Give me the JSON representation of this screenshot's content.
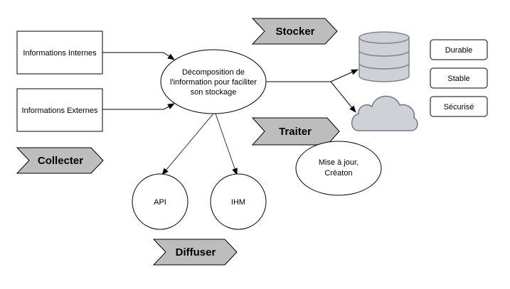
{
  "colors": {
    "chevron_fill": "#bdbdbd",
    "cylinder_fill": "#cfd1d6",
    "cylinder_stroke": "#7d8590",
    "cloud_fill": "#cfd1d6",
    "cloud_stroke": "#6e7a86",
    "stroke": "#000000"
  },
  "sources": {
    "internal": "Informations Internes",
    "external": "Informations Externes"
  },
  "center": {
    "line1": "Décomposition de",
    "line2": "l'information pour faciliter",
    "line3": "son stockage"
  },
  "stages": {
    "collect": "Collecter",
    "store": "Stocker",
    "process": "Traiter",
    "distribute": "Diffuser"
  },
  "process_node": {
    "line1": "Mise à jour,",
    "line2": "Créaton"
  },
  "outputs": {
    "api": "API",
    "ihm": "IHM"
  },
  "storage": {
    "database_icon": "database-cylinder-icon",
    "cloud_icon": "cloud-icon",
    "qualities": [
      "Durable",
      "Stable",
      "Sécurisé"
    ]
  }
}
